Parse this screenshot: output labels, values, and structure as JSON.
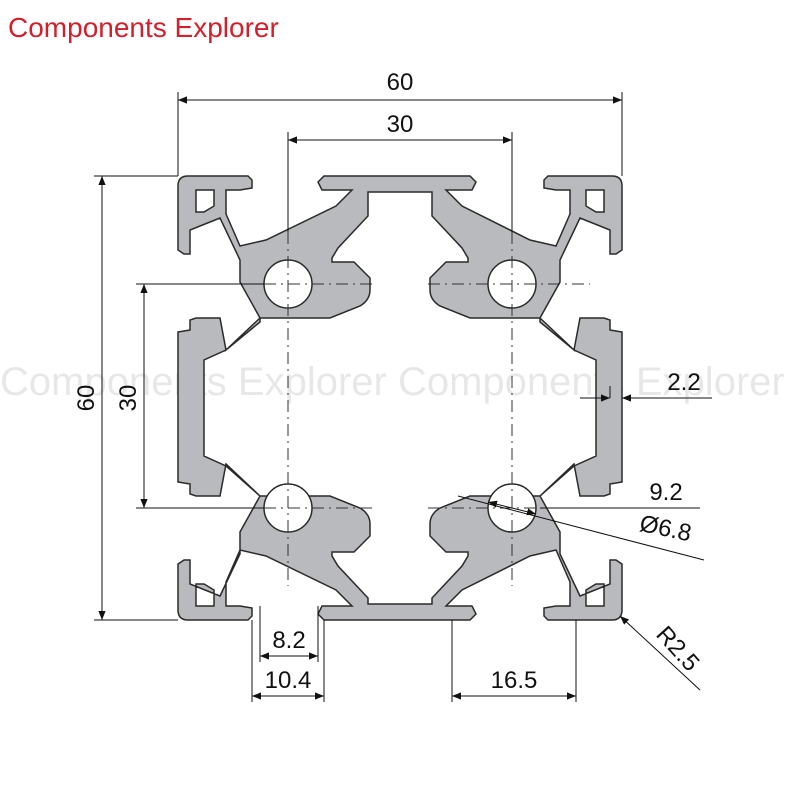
{
  "brand": {
    "title": "Components Explorer",
    "color": "#d21f2b"
  },
  "watermark": {
    "text": "Components Explorer Components Explorer"
  },
  "profile": {
    "fill_color": "#b8babd",
    "outline_color": "#2a2a2a"
  },
  "dimensions": {
    "overall_width": "60",
    "hole_spacing_x": "30",
    "overall_height": "60",
    "hole_spacing_y": "30",
    "wall_thickness": "2.2",
    "corner_pocket": "9.2",
    "hole_diameter": "Ø6.8",
    "slot_opening": "8.2",
    "slot_width": "10.4",
    "slot_offset": "16.5",
    "corner_radius": "R2.5"
  }
}
